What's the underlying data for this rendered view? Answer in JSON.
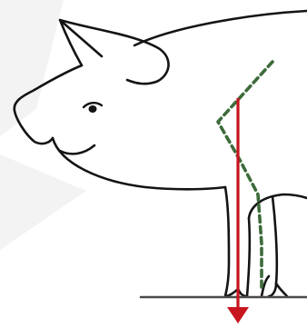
{
  "diagram": {
    "subject": "pig-side-view",
    "colors": {
      "background": "#ffffff",
      "background_shape": "#f2f2f2",
      "outline": "#141414",
      "gravity_line": "#c8141e",
      "leg_line": "#3d6b3a",
      "ground": "#444444"
    },
    "elements": {
      "pig_outline": "pig-body-outline-icon",
      "eye": "pig-eye-icon",
      "ear": "pig-ear-icon",
      "ground": "ground-line",
      "vertical_arrow": "red-arrow-down-icon",
      "leg_posture_line": "green-dashed-leg-line"
    }
  }
}
